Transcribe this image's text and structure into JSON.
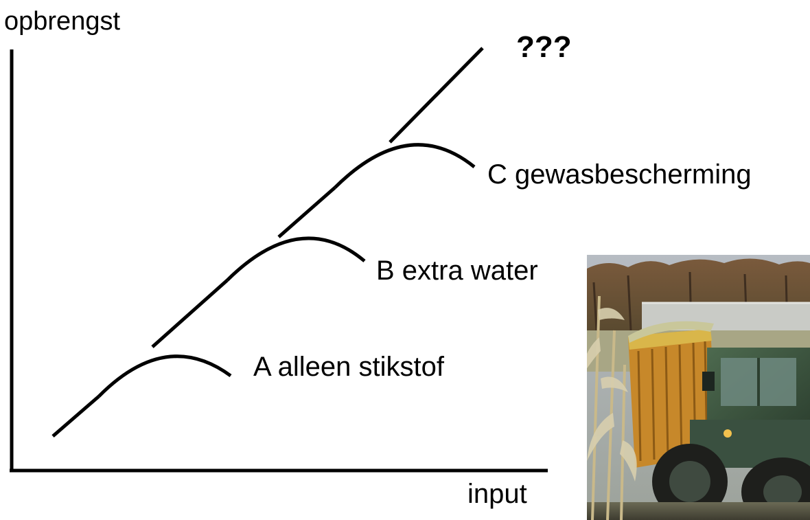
{
  "axes": {
    "y_label": "opbrengst",
    "x_label": "input"
  },
  "curves": [
    {
      "id": "A",
      "label": "A alleen stikstof"
    },
    {
      "id": "B",
      "label": "B extra water"
    },
    {
      "id": "C",
      "label": "C gewasbescherming"
    }
  ],
  "potential_line": {
    "label": "???"
  },
  "photo": {
    "subject": "tractor with trailer harvesting maize (silage) in a field"
  },
  "colors": {
    "lines": "#000000",
    "background": "#ffffff"
  }
}
